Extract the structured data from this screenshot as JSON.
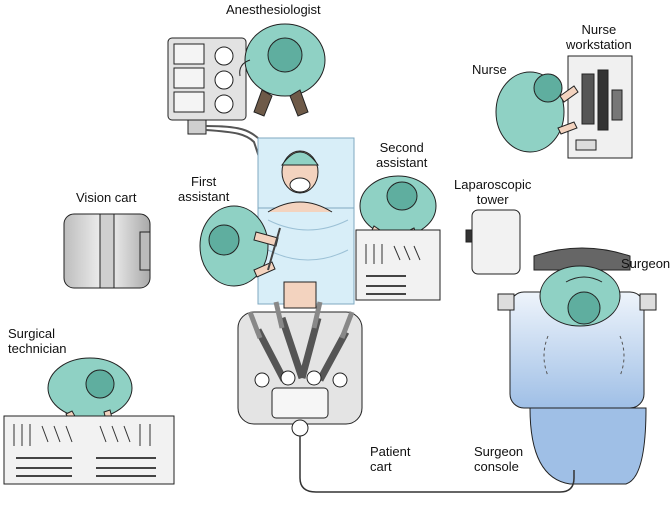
{
  "labels": {
    "anesthesiologist": "Anesthesiologist",
    "nurse_workstation": [
      "Nurse",
      "workstation"
    ],
    "nurse": "Nurse",
    "second_assistant": [
      "Second",
      "assistant"
    ],
    "first_assistant": [
      "First",
      "assistant"
    ],
    "vision_cart": "Vision cart",
    "laparoscopic_tower": [
      "Laparoscopic",
      "tower"
    ],
    "surgeon": "Surgeon",
    "surgical_technician": [
      "Surgical",
      "technician"
    ],
    "patient_cart": [
      "Patient",
      "cart"
    ],
    "surgeon_console": [
      "Surgeon",
      "console"
    ]
  },
  "colors": {
    "scrubs": "#8fd1c4",
    "scrubs_dark": "#5fae9f",
    "drape": "#d8eef8",
    "drape_stroke": "#7fa8c0",
    "skin": "#f3d3bf",
    "equipment": "#e4e4e4",
    "equipment_dark": "#9a9a9a",
    "console_blue": "#b9d3ee",
    "stroke": "#222222"
  }
}
